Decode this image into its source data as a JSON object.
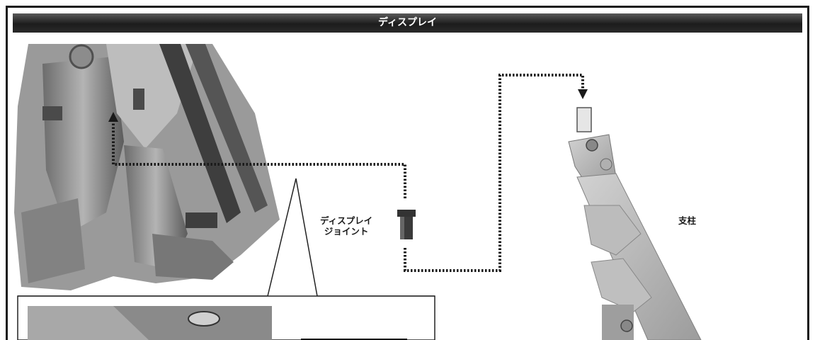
{
  "section": {
    "title": "ディスプレイ"
  },
  "labels": {
    "joint_line1": "ディスプレイ",
    "joint_line2": "ジョイント",
    "pillar": "支柱"
  }
}
